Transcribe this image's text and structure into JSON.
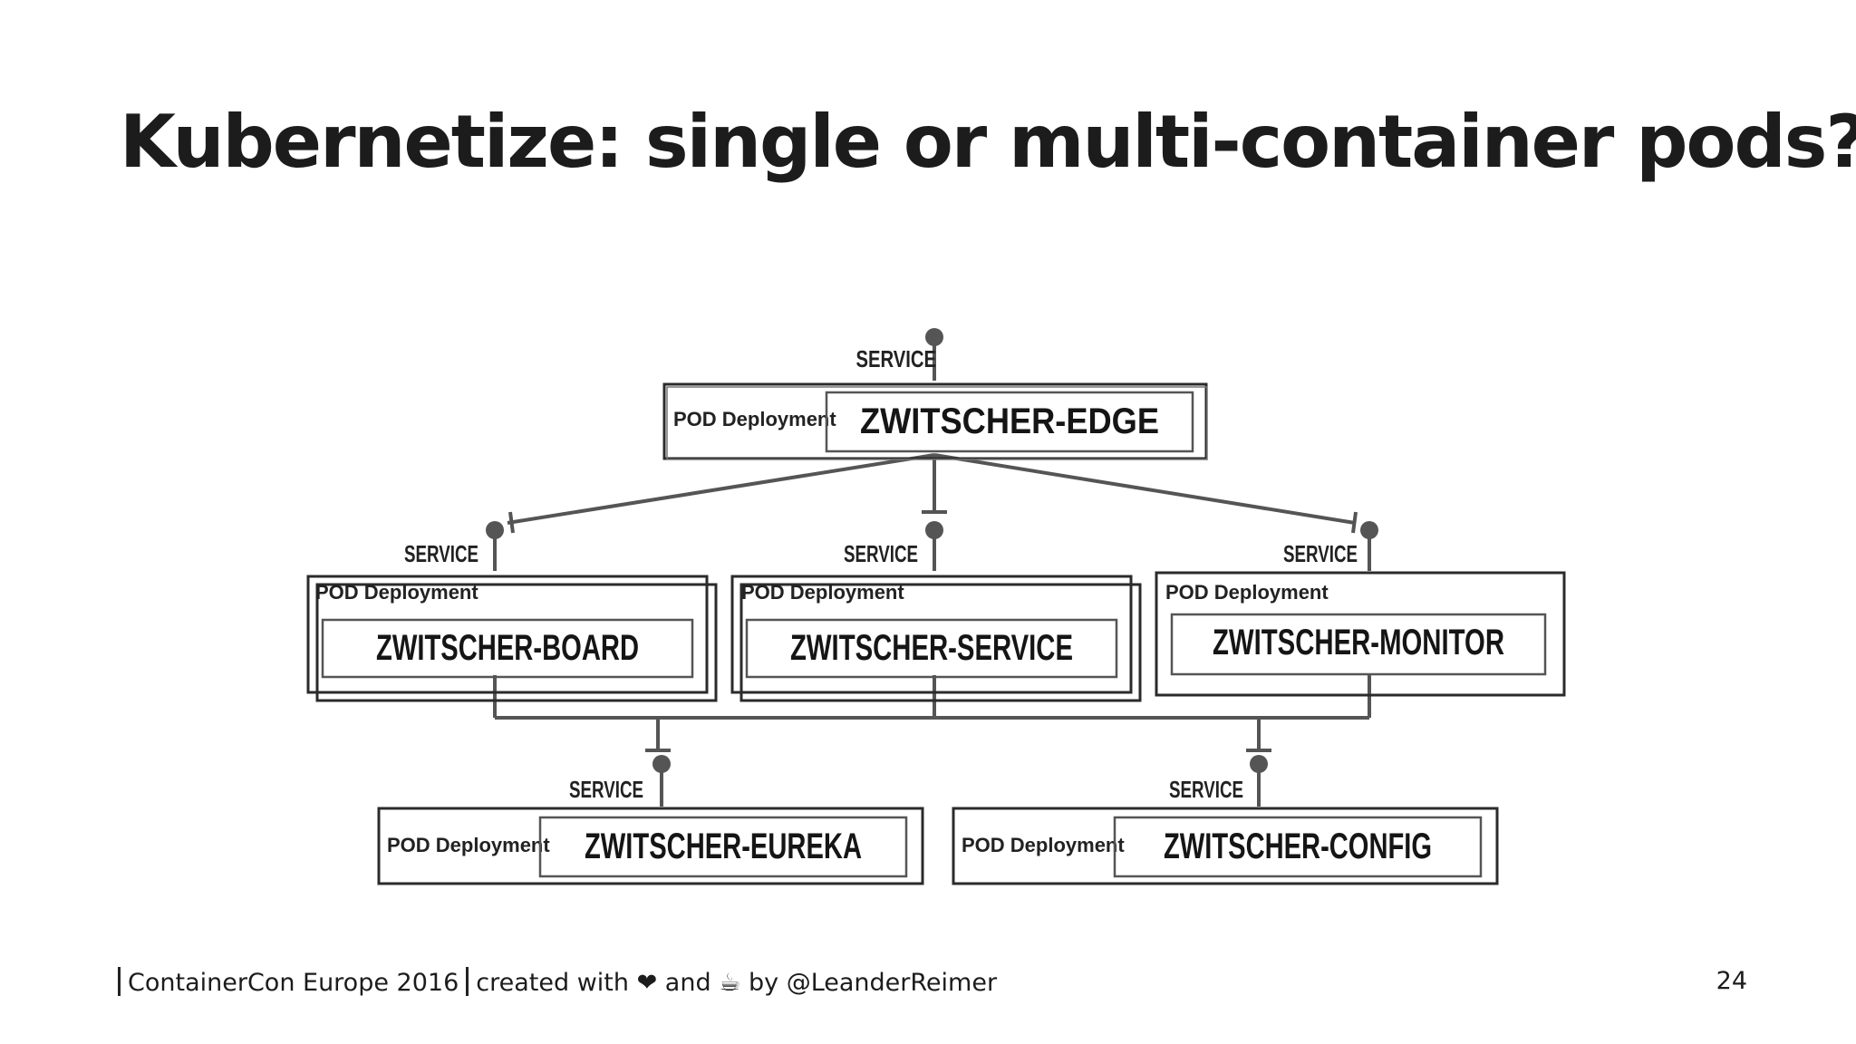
{
  "slide": {
    "title": "Kubernetize: single or multi-container pods?",
    "page_number": "24"
  },
  "diagram": {
    "service_label": "SERVICE",
    "pod_label": "POD Deployment",
    "nodes": {
      "edge": {
        "name": "ZWITSCHER-EDGE"
      },
      "board": {
        "name": "ZWITSCHER-BOARD"
      },
      "service": {
        "name": "ZWITSCHER-SERVICE"
      },
      "monitor": {
        "name": "ZWITSCHER-MONITOR"
      },
      "eureka": {
        "name": "ZWITSCHER-EUREKA"
      },
      "config": {
        "name": "ZWITSCHER-CONFIG"
      }
    }
  },
  "footer": {
    "event": "ContainerCon Europe 2016",
    "created_prefix": "created with",
    "heart_icon": "heart-icon",
    "and_text": "and",
    "coffee_icon": "coffee-icon",
    "by_text": "by @LeanderReimer"
  },
  "colors": {
    "text": "#1c1c1c",
    "lines": "#555555",
    "background": "#ffffff"
  }
}
